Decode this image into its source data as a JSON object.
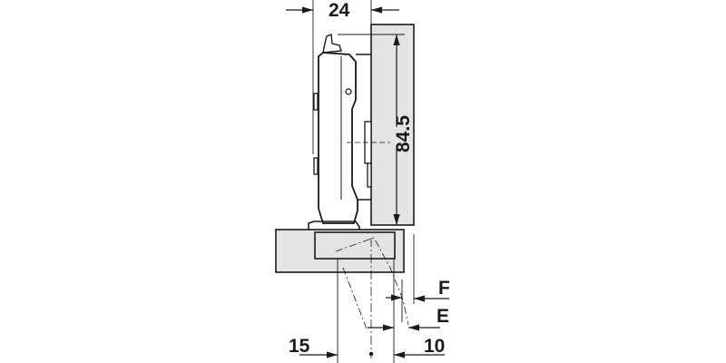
{
  "diagram": {
    "dimensions": {
      "width_top": "24",
      "height_right": "84.5",
      "f_label": "F",
      "e_label": "E",
      "bottom_left": "15",
      "bottom_right": "10"
    },
    "colors": {
      "panel_fill": "#e4e4e6",
      "line": "#1a1a1a"
    }
  }
}
